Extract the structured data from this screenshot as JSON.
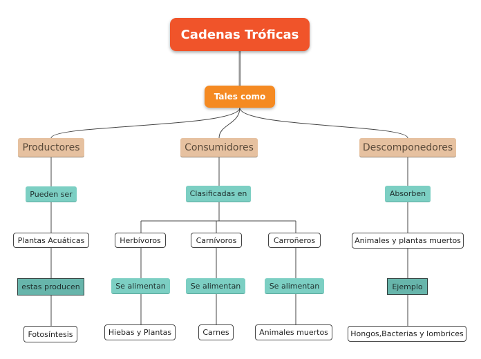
{
  "root": "Cadenas Tróficas",
  "hub": "Tales como",
  "productores": {
    "label": "Productores",
    "link": "Pueden ser",
    "item": "Plantas Acuáticas",
    "link2": "estas producen",
    "result": "Fotosíntesis"
  },
  "consumidores": {
    "label": "Consumidores",
    "link": "Clasificadas en",
    "types": [
      {
        "name": "Herbívoros",
        "link": "Se alimentan",
        "food": "Hiebas y Plantas"
      },
      {
        "name": "Carnívoros",
        "link": "Se alimentan",
        "food": "Carnes"
      },
      {
        "name": "Carroñeros",
        "link": "Se alimentan",
        "food": "Animales muertos"
      }
    ]
  },
  "descomponedores": {
    "label": "Descomponedores",
    "link": "Absorben",
    "item": "Animales y plantas muertos",
    "link2": "Ejemplo",
    "result": "Hongos,Bacterias y lombrices"
  },
  "colors": {
    "root": "#f0542a",
    "hub": "#f58a22",
    "category": "#e6c1a0",
    "linker": "#7ccfc3",
    "linker_dark": "#67b5ab"
  }
}
